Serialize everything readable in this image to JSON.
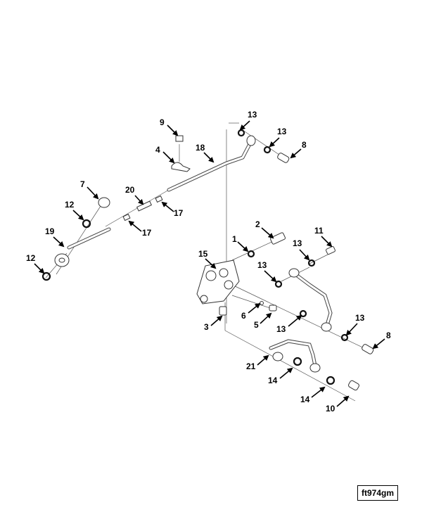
{
  "figure_id": "ft974gm",
  "callouts": {
    "c9": "9",
    "c13a": "13",
    "c13b": "13",
    "c8a": "8",
    "c4": "4",
    "c18": "18",
    "c7": "7",
    "c20": "20",
    "c17a": "17",
    "c12a": "12",
    "c17b": "17",
    "c19": "19",
    "c12b": "12",
    "c1": "1",
    "c2": "2",
    "c11": "11",
    "c13c": "13",
    "c15": "15",
    "c13d": "13",
    "c6": "6",
    "c3": "3",
    "c5": "5",
    "c13e": "13",
    "c13f": "13",
    "c8b": "8",
    "c21": "21",
    "c14a": "14",
    "c14b": "14",
    "c10": "10"
  }
}
